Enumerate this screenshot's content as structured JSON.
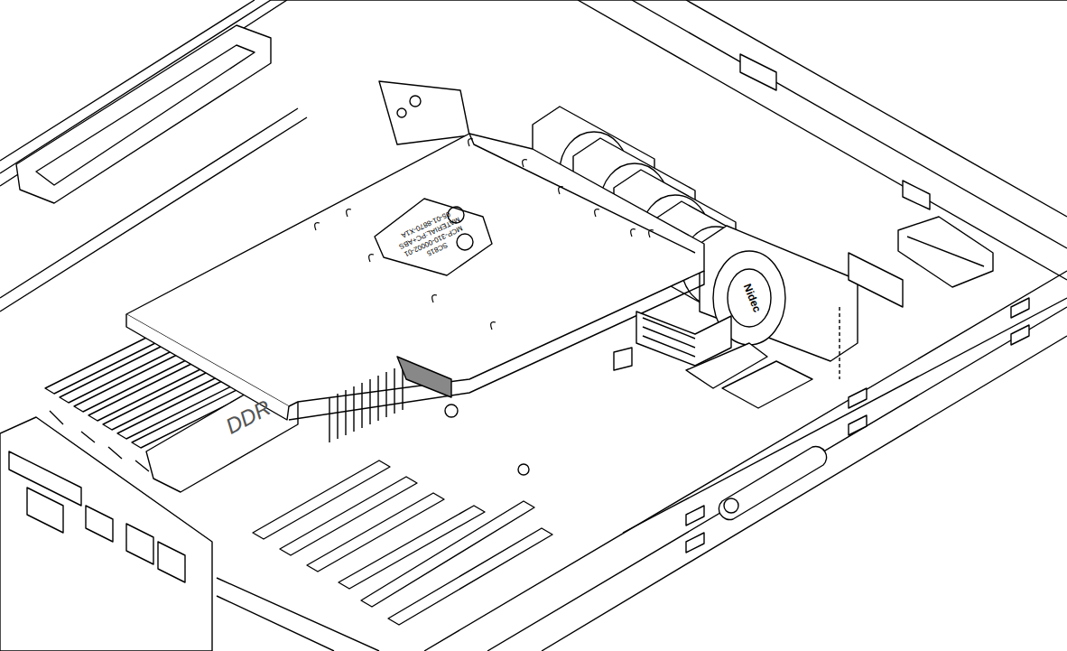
{
  "diagram": {
    "labels": [
      "SC815",
      "MCP-310-00002-01",
      "MATERIAL:PC+ABS",
      "05-01-8870-X1A",
      "DDR",
      "Nidec"
    ]
  }
}
